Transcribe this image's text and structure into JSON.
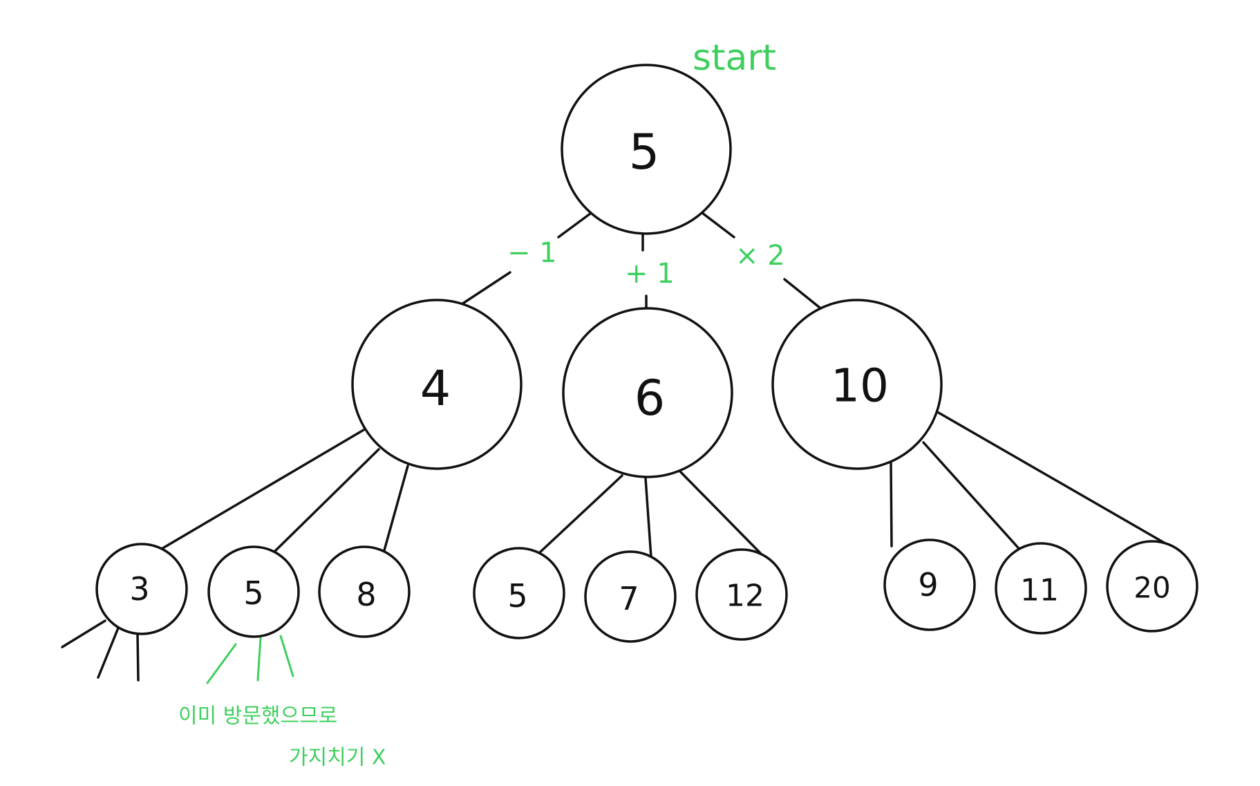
{
  "colors": {
    "ink": "#111111",
    "annotation": "#3ecf5e",
    "background": "#ffffff"
  },
  "start_label": "start",
  "operations": [
    "− 1",
    "+ 1",
    "× 2"
  ],
  "tree": {
    "root": "5",
    "level1": [
      "4",
      "6",
      "10"
    ],
    "level2": [
      "3",
      "5",
      "8",
      "5",
      "7",
      "12",
      "9",
      "11",
      "20"
    ]
  },
  "annotation": {
    "line1": "이미 방문했으므로",
    "line2": "가지치기 X"
  }
}
